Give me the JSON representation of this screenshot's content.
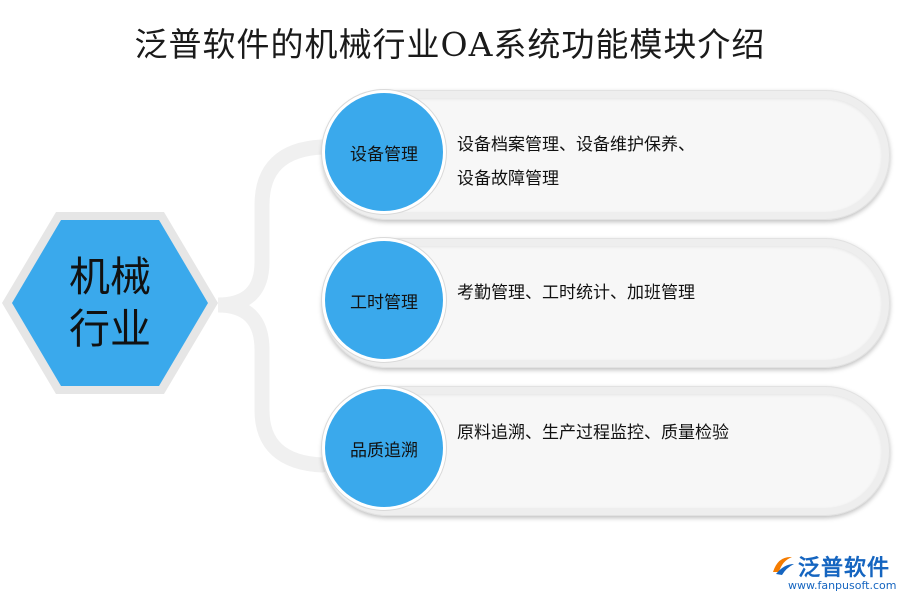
{
  "title": "泛普软件的机械行业OA系统功能模块介绍",
  "center": {
    "line1": "机械",
    "line2": "行业"
  },
  "modules": [
    {
      "name": "设备管理",
      "desc_line1": "设备档案管理、设备维护保养、",
      "desc_line2": "设备故障管理"
    },
    {
      "name": "工时管理",
      "desc_line1": "考勤管理、工时统计、加班管理",
      "desc_line2": ""
    },
    {
      "name": "品质追溯",
      "desc_line1": "原料追溯、生产过程监控、质量检验",
      "desc_line2": ""
    }
  ],
  "logo": {
    "name": "泛普软件",
    "url": "www.fanpusoft.com"
  },
  "colors": {
    "accent_blue": "#3aa9ec",
    "hex_fill": "#3aa9ec",
    "pill_bg": "#eeeeee",
    "bracket": "#f0f0f0",
    "logo_blue": "#1565c0"
  }
}
